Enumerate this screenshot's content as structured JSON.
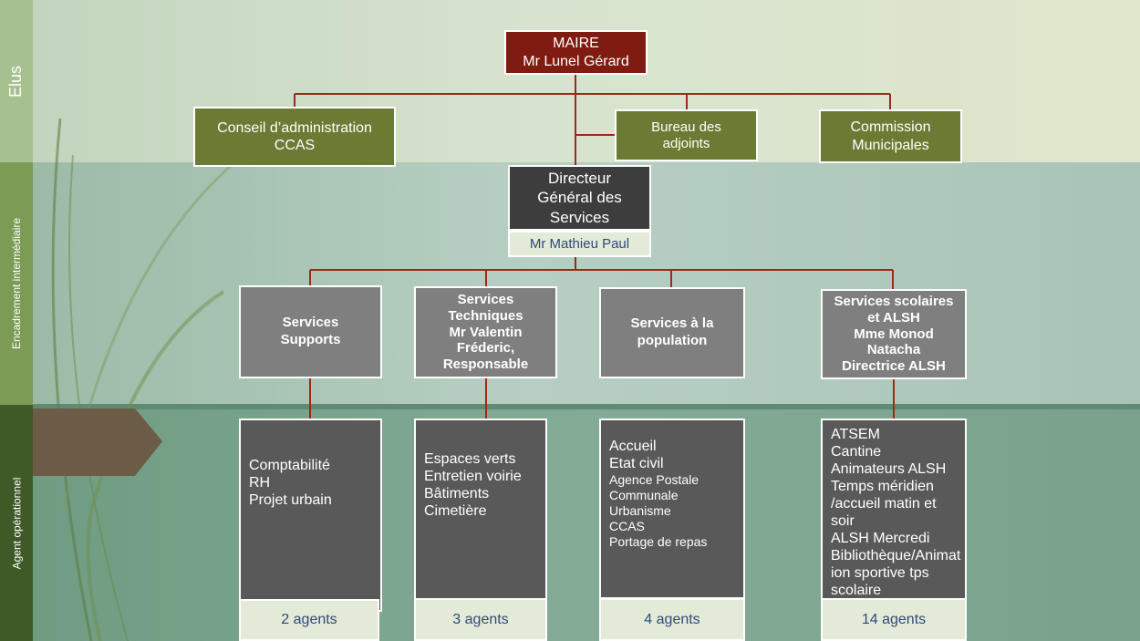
{
  "sidebar": {
    "elus": "Elus",
    "encadrement": "Encadrement  intermédiaire",
    "agent": "Agent opérationnel"
  },
  "maire": {
    "line1": "MAIRE",
    "line2": "Mr Lunel Gérard"
  },
  "elus_boxes": {
    "conseil": [
      "Conseil d’administration",
      "CCAS"
    ],
    "bureau": [
      "Bureau des",
      "adjoints"
    ],
    "commission": [
      "Commission",
      "Municipales"
    ]
  },
  "dgs": {
    "lines": [
      "Directeur",
      "Général des",
      "Services"
    ],
    "name": "Mr Mathieu Paul"
  },
  "services": [
    {
      "lines": [
        "Services",
        "Supports"
      ]
    },
    {
      "lines": [
        "Services",
        "Techniques",
        "Mr Valentin",
        "Fréderic,",
        "Responsable"
      ]
    },
    {
      "lines": [
        "Services à la",
        "population"
      ]
    },
    {
      "lines": [
        "Services scolaires",
        "et ALSH",
        "Mme Monod",
        "Natacha",
        "Directrice ALSH"
      ]
    }
  ],
  "lists": [
    [
      "Comptabilité",
      "RH",
      "Projet urbain"
    ],
    [
      "Espaces verts",
      "Entretien voirie",
      "Bâtiments",
      "Cimetière"
    ],
    [
      "Accueil",
      "Etat civil",
      "Agence Postale",
      "Communale",
      "Urbanisme",
      "CCAS",
      "Portage de repas"
    ],
    [
      "ATSEM",
      "Cantine",
      "Animateurs ALSH",
      "Temps méridien",
      "/accueil matin et",
      "soir",
      "ALSH Mercredi",
      "Bibliothèque/Animat",
      "ion sportive tps",
      "scolaire"
    ]
  ],
  "agents": [
    "2 agents",
    "3 agents",
    "4 agents",
    "14 agents"
  ],
  "colors": {
    "maire": "#7f1b10",
    "olive": "#6b7b34",
    "dark": "#3d3d3d",
    "service": "#7f7f7f",
    "list": "#595959",
    "connector": "#9a2a1a"
  }
}
